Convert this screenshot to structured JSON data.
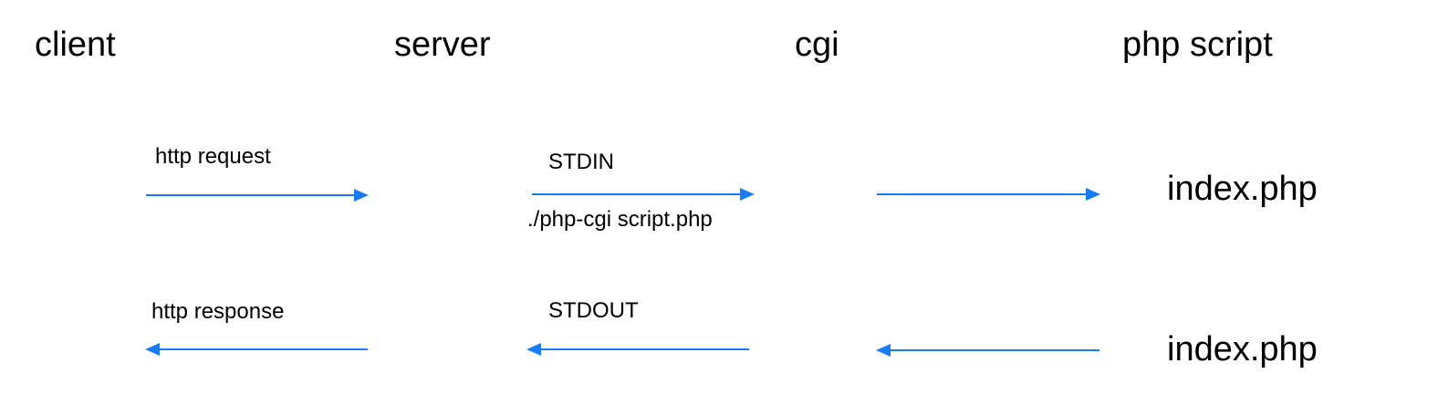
{
  "columns": [
    {
      "key": "client",
      "label": "client"
    },
    {
      "key": "server",
      "label": "server"
    },
    {
      "key": "cgi",
      "label": "cgi"
    },
    {
      "key": "php_script",
      "label": "php script"
    }
  ],
  "request_row": {
    "http_label": "http request",
    "stdin_label": "STDIN",
    "command_label": "./php-cgi script.php",
    "file_label": "index.php"
  },
  "response_row": {
    "http_label": "http response",
    "stdout_label": "STDOUT",
    "file_label": "index.php"
  },
  "colors": {
    "arrow": "#1a7cf5",
    "text": "#000000"
  }
}
